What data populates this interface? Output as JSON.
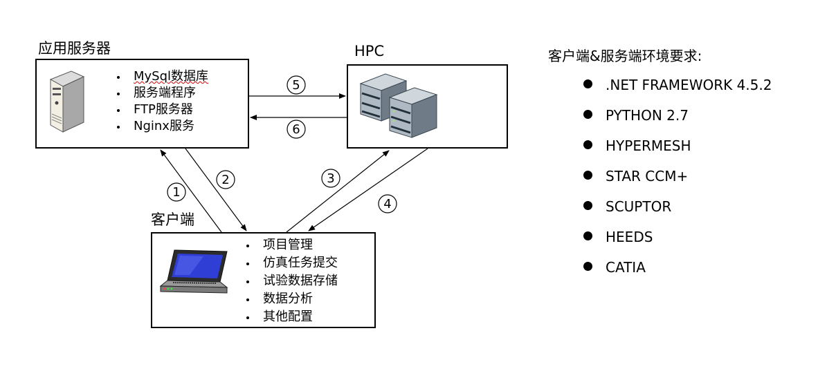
{
  "app_server": {
    "title": "应用服务器",
    "items": [
      "MySql数据库",
      "服务端程序",
      "FTP服务器",
      "Nginx服务"
    ]
  },
  "hpc": {
    "title": "HPC"
  },
  "client": {
    "title": "客户端",
    "items": [
      "项目管理",
      "仿真任务提交",
      "试验数据存储",
      "数据分析",
      "其他配置"
    ]
  },
  "requirements": {
    "title": "客户端&服务端环境要求:",
    "items": [
      ".NET FRAMEWORK 4.5.2",
      "PYTHON 2.7",
      "HYPERMESH",
      "STAR CCM+",
      "SCUPTOR",
      "HEEDS",
      "CATIA"
    ]
  },
  "steps": {
    "s1": "1",
    "s2": "2",
    "s3": "3",
    "s4": "4",
    "s5": "5",
    "s6": "6"
  }
}
